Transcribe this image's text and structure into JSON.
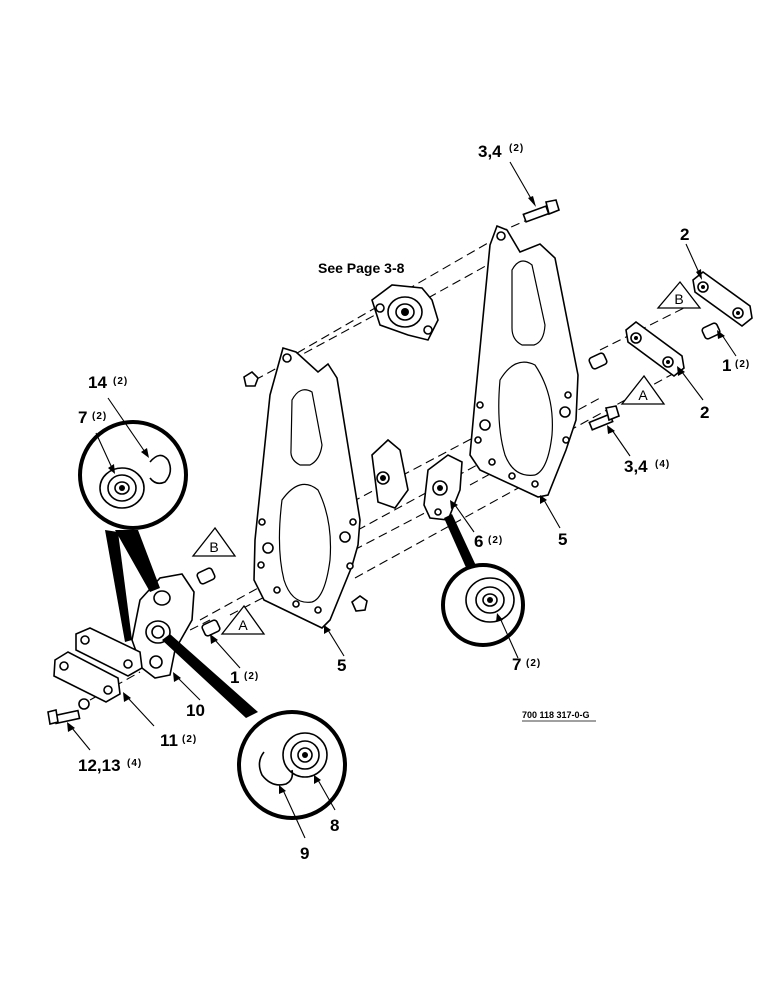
{
  "diagram": {
    "note": "See Page 3-8",
    "drawing_number": "700 118 317-0-G",
    "callouts": {
      "c_3_4_top": {
        "label": "3,4",
        "qty": "(2)"
      },
      "c_2_top": {
        "label": "2"
      },
      "c_1_right": {
        "label": "1",
        "qty": "(2)"
      },
      "c_2_mid": {
        "label": "2"
      },
      "c_3_4_right": {
        "label": "3,4",
        "qty": "(4)"
      },
      "c_5_right": {
        "label": "5"
      },
      "c_6": {
        "label": "6",
        "qty": "(2)"
      },
      "c_7_right": {
        "label": "7",
        "qty": "(2)"
      },
      "c_14": {
        "label": "14",
        "qty": "(2)"
      },
      "c_7_left": {
        "label": "7",
        "qty": "(2)"
      },
      "c_1_left": {
        "label": "1",
        "qty": "(2)"
      },
      "c_5_left": {
        "label": "5"
      },
      "c_10": {
        "label": "10"
      },
      "c_11": {
        "label": "11",
        "qty": "(2)"
      },
      "c_12_13": {
        "label": "12,13",
        "qty": "(4)"
      },
      "c_8": {
        "label": "8"
      },
      "c_9": {
        "label": "9"
      }
    },
    "markers": {
      "tri_a_left": "A",
      "tri_b_left": "B",
      "tri_a_right": "A",
      "tri_b_right": "B"
    }
  }
}
